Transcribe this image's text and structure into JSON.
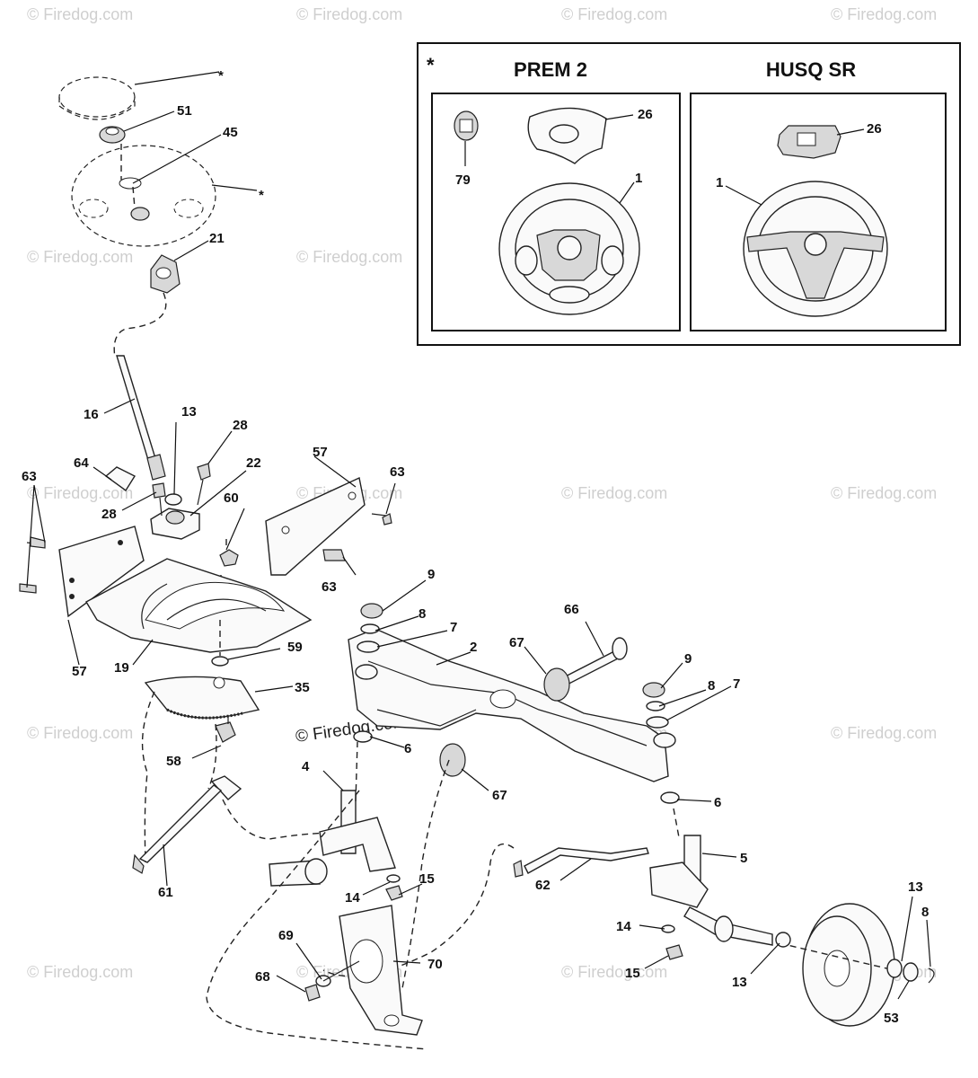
{
  "watermark_text": "© Firedog.com",
  "inset": {
    "marker": "*",
    "columns": [
      {
        "title": "PREM 2",
        "labels": [
          "26",
          "79",
          "1"
        ]
      },
      {
        "title": "HUSQ SR",
        "labels": [
          "26",
          "1"
        ]
      }
    ]
  },
  "callouts": [
    "*",
    "51",
    "45",
    "*",
    "21",
    "16",
    "13",
    "28",
    "64",
    "28",
    "22",
    "60",
    "57",
    "63",
    "63",
    "63",
    "57",
    "19",
    "59",
    "35",
    "58",
    "61",
    "9",
    "8",
    "7",
    "2",
    "66",
    "67",
    "9",
    "8",
    "7",
    "6",
    "4",
    "67",
    "6",
    "5",
    "15",
    "14",
    "62",
    "69",
    "70",
    "68",
    "13",
    "8",
    "14",
    "15",
    "13",
    "53"
  ]
}
